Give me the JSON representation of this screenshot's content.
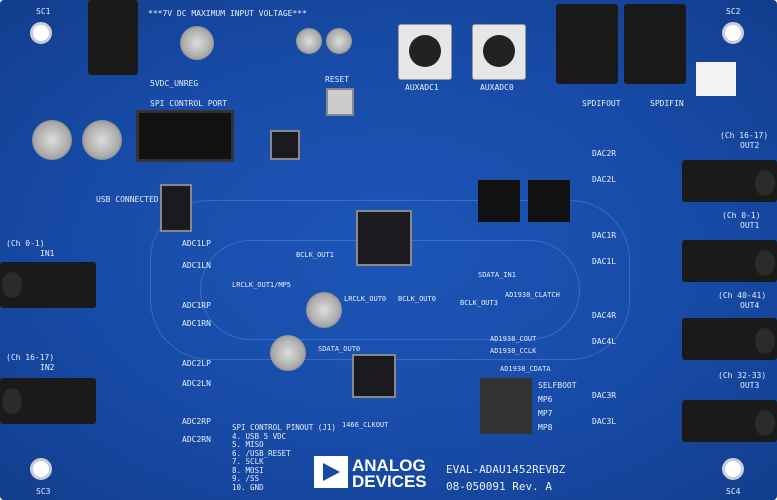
{
  "board": {
    "top_warning": "***7V DC MAXIMUM INPUT VOLTAGE***",
    "corner_labels": [
      "SC1",
      "SC2",
      "SC3",
      "SC4"
    ],
    "power_label": "5VDC_UNREG",
    "spi_port": "SPI CONTROL PORT",
    "usb_connected": "USB CONNECTED",
    "reset": "RESET",
    "aux": [
      "AUXADC1",
      "AUXADC0"
    ],
    "spdif": [
      "SPDIFOUT",
      "SPDIFIN"
    ],
    "selfboot": "SELFBOOT",
    "mp_labels": [
      "MP6",
      "MP7",
      "MP8"
    ],
    "inputs": [
      {
        "name": "IN1",
        "ch": "(Ch 0-1)"
      },
      {
        "name": "IN2",
        "ch": "(Ch 16-17)"
      }
    ],
    "outputs": [
      {
        "name": "OUT2",
        "ch": "(Ch 16-17)"
      },
      {
        "name": "OUT1",
        "ch": "(Ch 0-1)"
      },
      {
        "name": "OUT4",
        "ch": "(Ch 40-41)"
      },
      {
        "name": "OUT3",
        "ch": "(Ch 32-33)"
      }
    ],
    "adc_labels": [
      "ADC1LP",
      "ADC1LN",
      "ADC1RP",
      "ADC1RN",
      "ADC2LP",
      "ADC2LN",
      "ADC2RP",
      "ADC2RN"
    ],
    "dac_labels": [
      "DAC2R",
      "DAC2L",
      "DAC1R",
      "DAC1L",
      "DAC4R",
      "DAC4L",
      "DAC3R",
      "DAC3L"
    ],
    "signals": [
      "BCLK_OUT1",
      "LRCLK_OUT1/MP5",
      "LRCLK_OUT0",
      "BCLK_OUT0",
      "SDATA_OUT0",
      "SDATA_IN1",
      "BCLK_OUT3",
      "AD1938_CLATCH",
      "AD1938_COUT",
      "AD1938_CCLK",
      "AD1938_CDATA",
      "1466_CLKOUT"
    ],
    "spi_pinout": {
      "title": "SPI CONTROL PINOUT (J1)",
      "pins": [
        "4. USB 5 VDC",
        "5. MISO",
        "6. /USB_RESET",
        "7. SCLK",
        "8. MOSI",
        "9. /SS",
        "10. GND"
      ]
    },
    "brand": [
      "ANALOG",
      "DEVICES"
    ],
    "model": "EVAL-ADAU1452REVBZ",
    "revision": "08-050091 Rev. A"
  }
}
